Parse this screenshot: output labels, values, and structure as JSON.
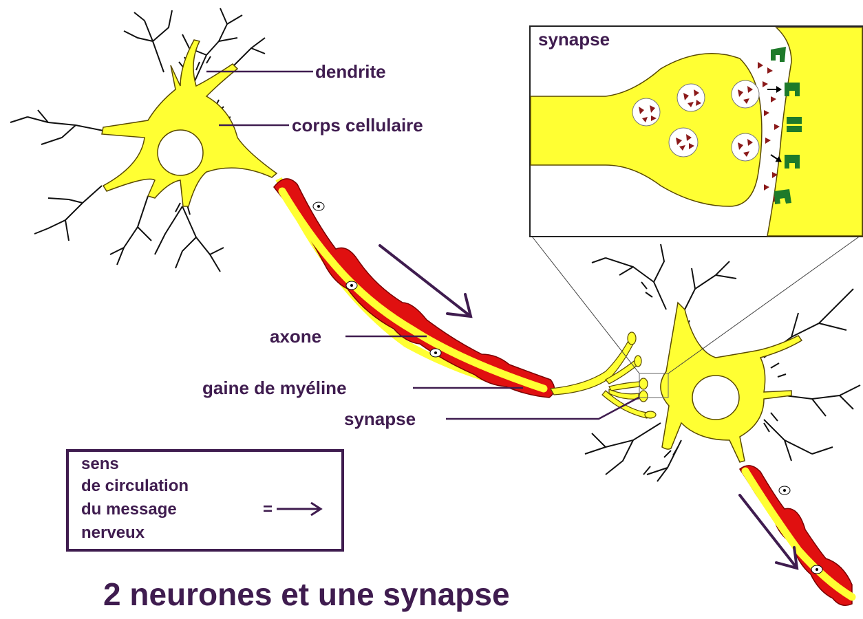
{
  "labels": {
    "dendrite": "dendrite",
    "cell_body": "corps cellulaire",
    "axon": "axone",
    "myelin": "gaine de myéline",
    "synapse": "synapse"
  },
  "inset": {
    "title": "synapse"
  },
  "legend": {
    "line1": "sens",
    "line2": "de circulation",
    "line3": "du message",
    "line4": "nerveux",
    "symbol": "="
  },
  "title": "2 neurones et une synapse",
  "colors": {
    "cytoplasm": "#ffff33",
    "myelin": "#e01010",
    "label": "#3f1c4f",
    "receptor": "#1e7a2a",
    "neurotransmitter": "#8b1a1a"
  }
}
